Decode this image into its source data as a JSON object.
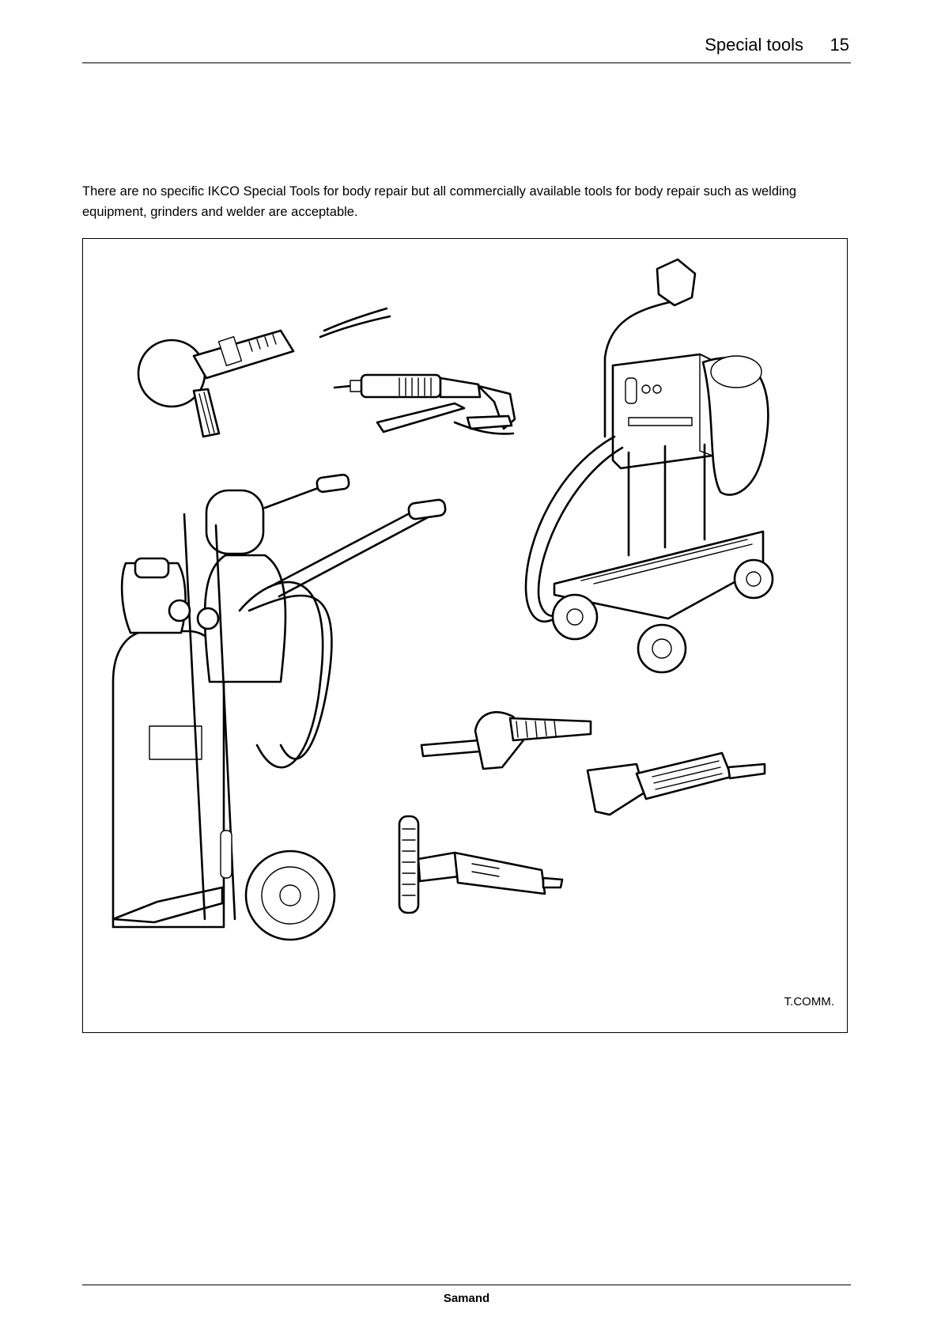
{
  "header": {
    "section_title": "Special tools",
    "page_number": "15"
  },
  "intro_text": "There are no specific IKCO Special Tools for body repair but all commercially available tools for body repair such as welding equipment, grinders and welder are acceptable.",
  "figure": {
    "caption": "T.COMM.",
    "illustrations": [
      "disc-sander",
      "spot-welding-gun",
      "gas-welding-cart",
      "mig-welder-cart",
      "belt-sander",
      "cut-off-grinder",
      "angle-disc-grinder"
    ]
  },
  "footer": {
    "brand": "Samand"
  }
}
